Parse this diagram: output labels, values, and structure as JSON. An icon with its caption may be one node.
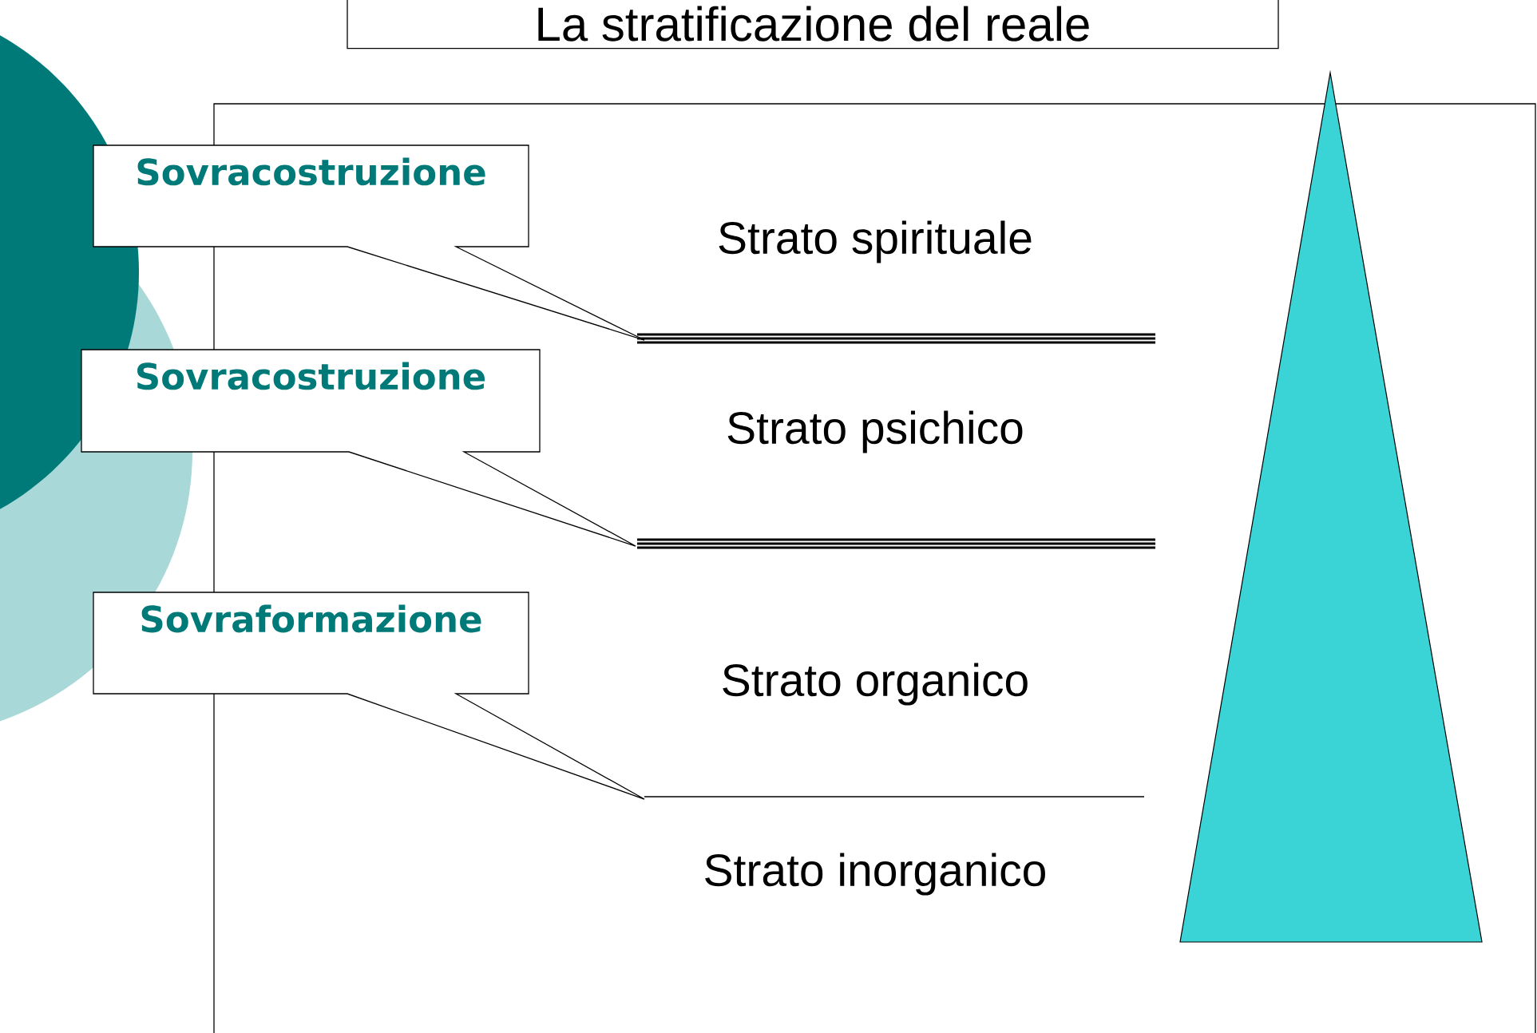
{
  "diagram": {
    "title": "La stratificazione del reale",
    "nodes": [
      {
        "text": [
          "Sovracostruzione"
        ]
      },
      {
        "text": [
          "Sovracostruzione"
        ]
      },
      {
        "text": [
          "Sovraformazione"
        ]
      }
    ],
    "labels": [
      "Strato spirituale",
      "Strato psichico",
      "Strato organico",
      "Strato inorganico"
    ]
  }
}
